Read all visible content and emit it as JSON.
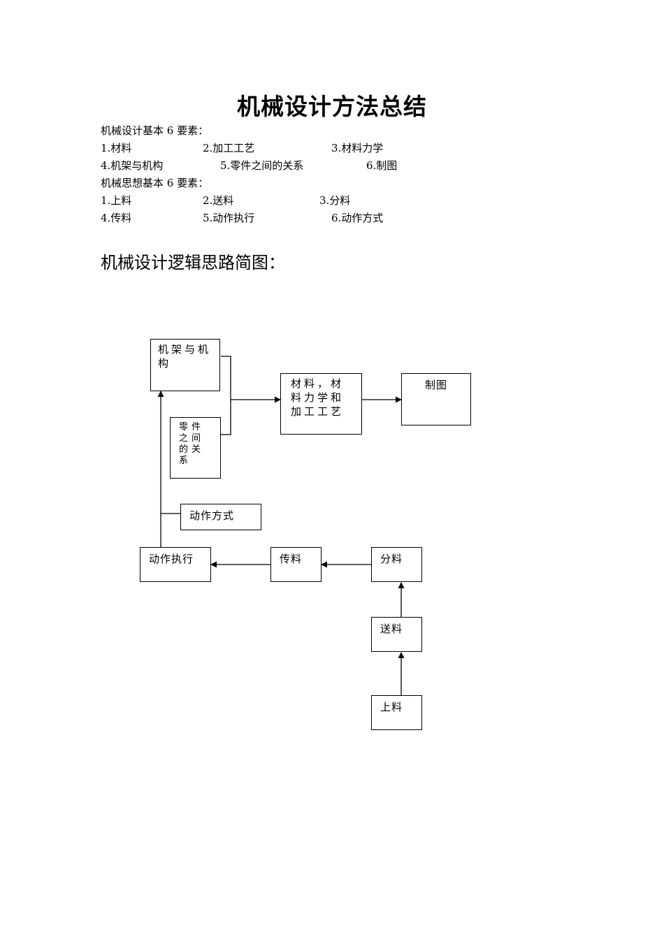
{
  "title": "机械设计方法总结",
  "design_elements": {
    "heading": "机械设计基本 6 要素：",
    "items": [
      "1.材料",
      "2.加工工艺",
      "3.材料力学",
      "4.机架与机构",
      "5.零件之间的关系",
      "6.制图"
    ]
  },
  "thinking_elements": {
    "heading": "机械思想基本 6 要素：",
    "items": [
      "1.上料",
      "2.送料",
      "3.分料",
      "4.传料",
      "5.动作执行",
      "6.动作方式"
    ]
  },
  "diagram_heading": "机械设计逻辑思路简图：",
  "diagram": {
    "nodes": {
      "frame": "机架与机构",
      "parts": "零件之间的关系",
      "materials": "材料，材料力学和加工工艺",
      "drawing": "制图",
      "action_mode": "动作方式",
      "action_exec": "动作执行",
      "transfer": "传料",
      "split": "分料",
      "feed": "送料",
      "load": "上料"
    },
    "edges": [
      [
        "load",
        "feed"
      ],
      [
        "feed",
        "split"
      ],
      [
        "split",
        "transfer"
      ],
      [
        "transfer",
        "action_exec"
      ],
      [
        "action_exec",
        "frame"
      ],
      [
        "action_mode",
        "action_exec"
      ],
      [
        "frame",
        "materials"
      ],
      [
        "parts",
        "materials"
      ],
      [
        "materials",
        "drawing"
      ]
    ]
  }
}
